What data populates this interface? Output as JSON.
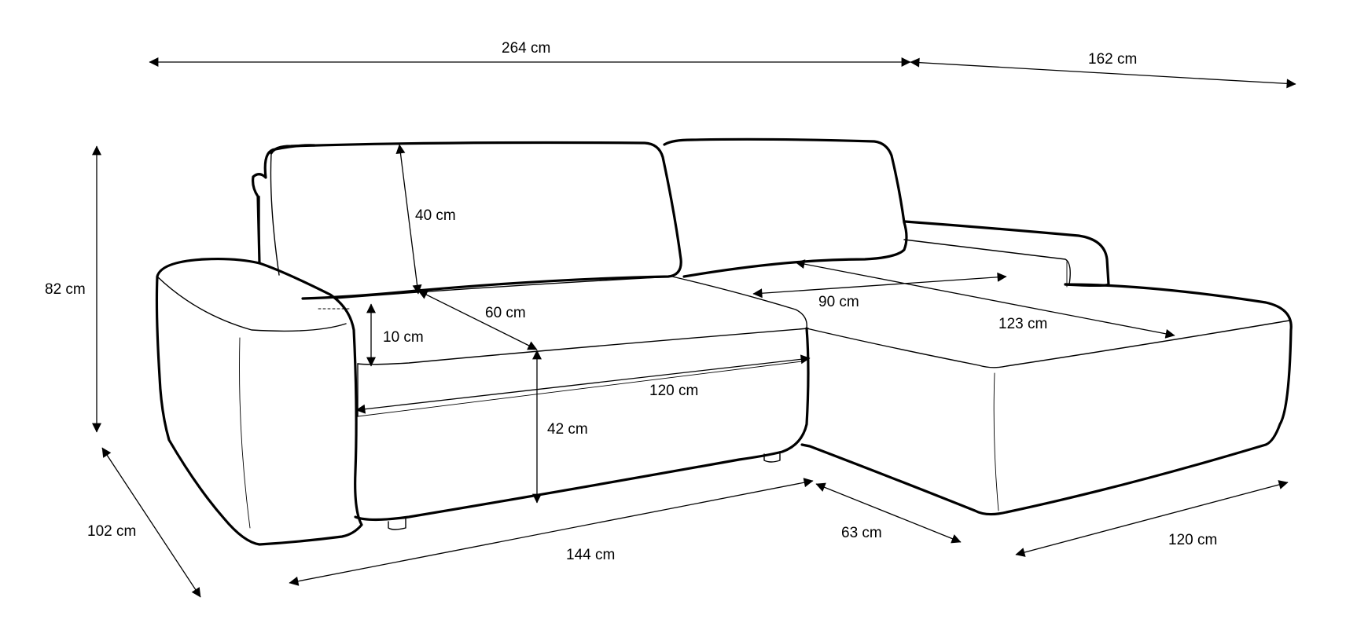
{
  "colors": {
    "line": "#000000",
    "background": "#ffffff"
  },
  "dimensions": {
    "total_width": "264 cm",
    "chaise_length": "162 cm",
    "height": "82 cm",
    "depth": "102 cm",
    "front_width": "144 cm",
    "corner_width": "63 cm",
    "chaise_width": "120 cm",
    "back_cushion_height": "40 cm",
    "seat_depth": "60 cm",
    "cushion_thickness": "10 cm",
    "seat_width": "120 cm",
    "seat_height": "42 cm",
    "chaise_inner_width": "90 cm",
    "chaise_inner_length": "123 cm"
  }
}
